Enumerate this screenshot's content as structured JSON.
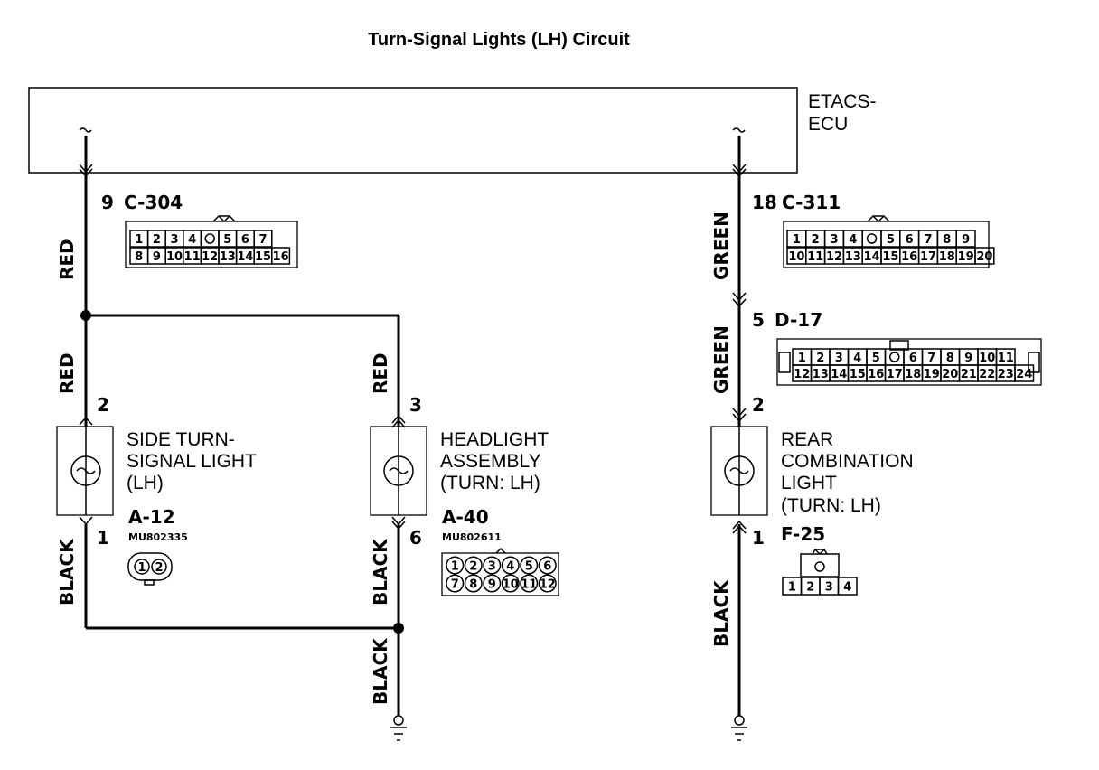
{
  "title": "Turn-Signal Lights (LH) Circuit",
  "ecu": {
    "line1": "ETACS-",
    "line2": "ECU"
  },
  "connectors": {
    "c304": {
      "pin": "9",
      "name": "C-304",
      "row1": [
        "1",
        "2",
        "3",
        "4",
        "",
        "5",
        "6",
        "7"
      ],
      "row2": [
        "8",
        "9",
        "10",
        "11",
        "12",
        "13",
        "14",
        "15",
        "16"
      ]
    },
    "c311": {
      "pin": "18",
      "name": "C-311",
      "row1": [
        "1",
        "2",
        "3",
        "4",
        "",
        "5",
        "6",
        "7",
        "8",
        "9"
      ],
      "row2": [
        "10",
        "11",
        "12",
        "13",
        "14",
        "15",
        "16",
        "17",
        "18",
        "19",
        "20"
      ]
    },
    "d17": {
      "pin": "5",
      "name": "D-17",
      "row1": [
        "1",
        "2",
        "3",
        "4",
        "5",
        "",
        "6",
        "7",
        "8",
        "9",
        "10",
        "11"
      ],
      "row2": [
        "12",
        "13",
        "14",
        "15",
        "16",
        "17",
        "18",
        "19",
        "20",
        "21",
        "22",
        "23",
        "24"
      ]
    },
    "a12": {
      "name": "A-12",
      "part": "MU802335",
      "pins": [
        "1",
        "2"
      ]
    },
    "a40": {
      "name": "A-40",
      "part": "MU802611",
      "row1": [
        "1",
        "2",
        "3",
        "4",
        "5",
        "6"
      ],
      "row2": [
        "7",
        "8",
        "9",
        "10",
        "11",
        "12"
      ]
    },
    "f25": {
      "name": "F-25",
      "pins": [
        "1",
        "2",
        "3",
        "4"
      ]
    }
  },
  "components": {
    "side": {
      "line1": "SIDE TURN-",
      "line2": "SIGNAL LIGHT",
      "line3": "(LH)",
      "pin_top": "2",
      "pin_bottom": "1"
    },
    "headlight": {
      "line1": "HEADLIGHT",
      "line2": "ASSEMBLY",
      "line3": "(TURN: LH)",
      "pin_top": "3",
      "pin_bottom": "6"
    },
    "rear": {
      "line1": "REAR",
      "line2": "COMBINATION",
      "line3": "LIGHT",
      "line4": "(TURN: LH)",
      "pin_top": "2",
      "pin_bottom": "1"
    }
  },
  "wires": {
    "red": "RED",
    "green": "GREEN",
    "black": "BLACK",
    "d17_pin2": "2"
  }
}
